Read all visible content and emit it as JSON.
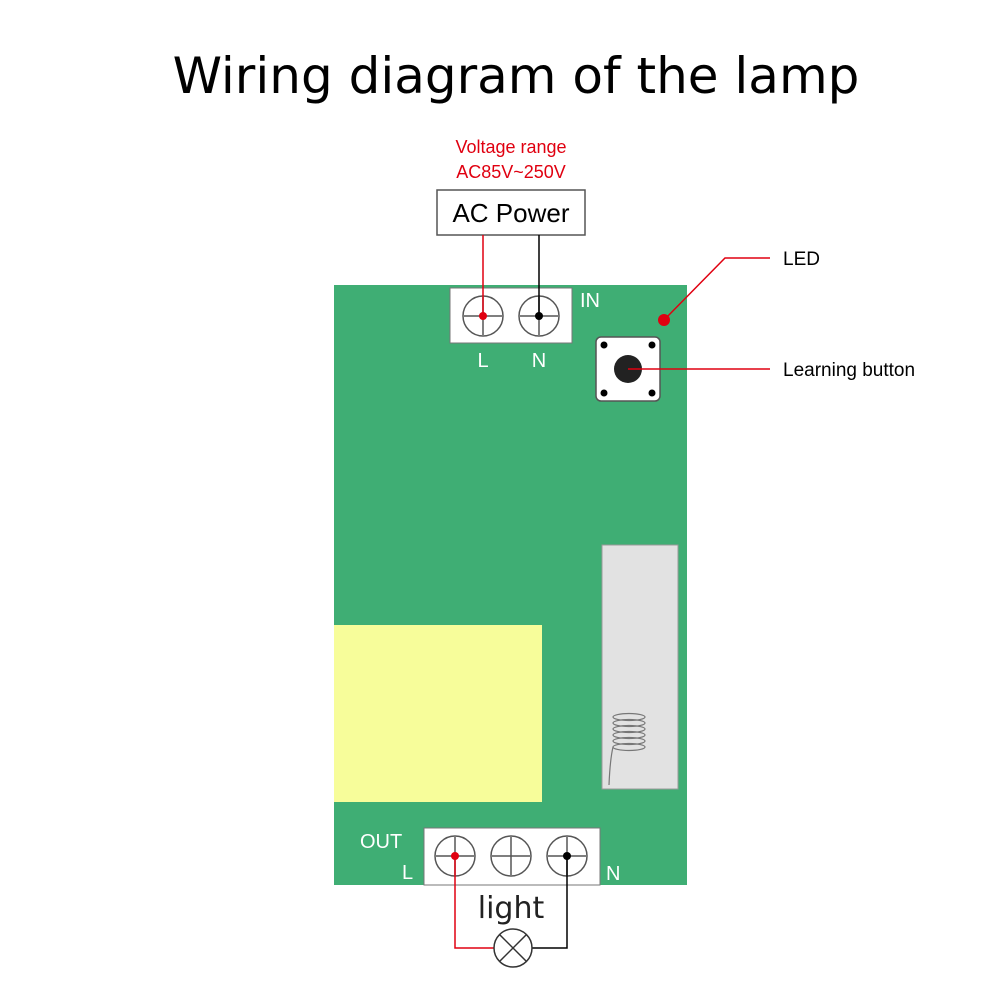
{
  "title": "Wiring diagram of the lamp",
  "voltage": {
    "label": "Voltage range",
    "value": "AC85V~250V"
  },
  "power_box": {
    "label": "AC Power"
  },
  "input_block": {
    "label": "IN",
    "terminal_labels": [
      "L",
      "N"
    ]
  },
  "output_block": {
    "label": "OUT",
    "left_label": "L",
    "right_label": "N"
  },
  "callouts": {
    "led": "LED",
    "learning_button": "Learning button"
  },
  "load": {
    "label": "light"
  },
  "colors": {
    "board": "#3fae74",
    "transformer": "#f7fd9a",
    "antenna_module": "#e2e2e2",
    "live_wire": "#e00010",
    "neutral_wire": "#000000",
    "text": "#000000",
    "voltage_text": "#e00010",
    "board_text": "#ffffff"
  },
  "icons": [
    "terminal-screw-icon",
    "led-icon",
    "push-button-icon",
    "coil-antenna-icon",
    "lamp-icon"
  ]
}
